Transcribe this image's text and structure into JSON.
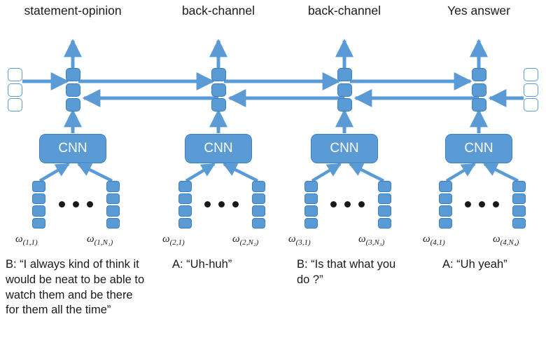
{
  "diagram": {
    "title_row": {
      "labels": [
        "statement-opinion",
        "back-channel",
        "back-channel",
        "Yes answer"
      ]
    },
    "colors": {
      "block_fill": "#5b9bd5",
      "block_stroke": "#3a7fbf",
      "arrow": "#5b9bd5",
      "empty_fill": "#ffffff",
      "text": "#1a1a1a",
      "cnn_text": "#ffffff"
    },
    "encoder_label": "CNN",
    "utterances": [
      {
        "da_label": "statement-opinion",
        "cnn": "CNN",
        "first_word": {
          "base": "ω",
          "sub": "(1,1)"
        },
        "last_word": {
          "base": "ω",
          "sub": "(1,N₁)"
        },
        "transcript": "B: “I always kind of think it would be neat to be able to watch them and be there for them all the time”"
      },
      {
        "da_label": "back-channel",
        "cnn": "CNN",
        "first_word": {
          "base": "ω",
          "sub": "(2,1)"
        },
        "last_word": {
          "base": "ω",
          "sub": "(2,N₂)"
        },
        "transcript": "A: “Uh-huh”"
      },
      {
        "da_label": "back-channel",
        "cnn": "CNN",
        "first_word": {
          "base": "ω",
          "sub": "(3,1)"
        },
        "last_word": {
          "base": "ω",
          "sub": "(3,N₃)"
        },
        "transcript": "B: “Is that what you do ?”"
      },
      {
        "da_label": "Yes answer",
        "cnn": "CNN",
        "first_word": {
          "base": "ω",
          "sub": "(4,1)"
        },
        "last_word": {
          "base": "ω",
          "sub": "(4,N₄)"
        },
        "transcript": "A: “Uh yeah”"
      }
    ],
    "icons": {
      "ellipsis": "ellipsis-dots-icon",
      "forward_arrow": "arrow-right-icon",
      "backward_arrow": "arrow-left-icon",
      "output_arrow": "arrow-up-icon",
      "input_arrow": "arrow-up-icon"
    },
    "boundary_states": {
      "left": "initial-forward-state",
      "right": "initial-backward-state"
    }
  }
}
